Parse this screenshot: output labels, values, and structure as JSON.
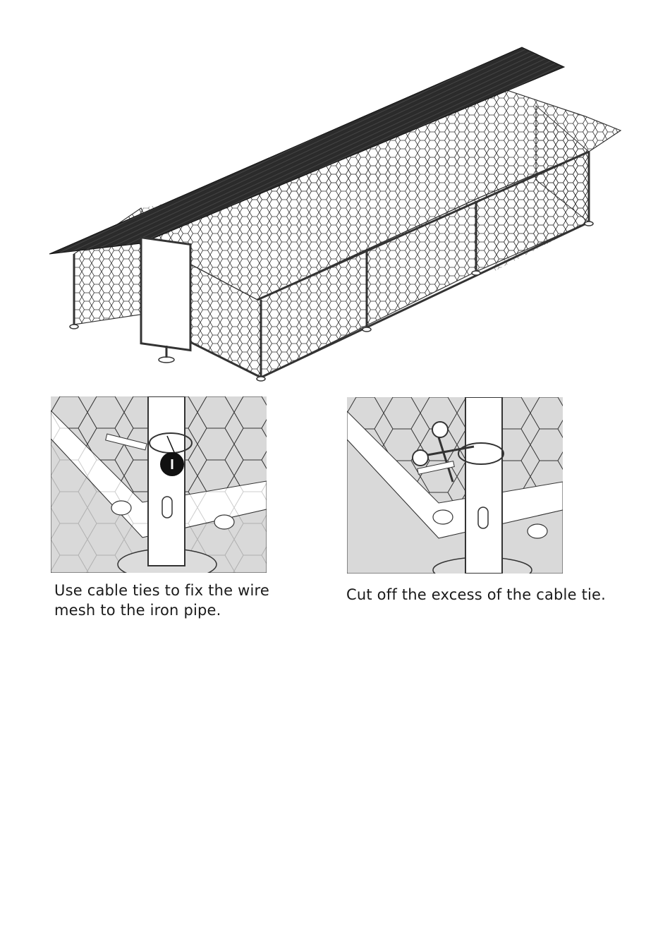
{
  "steps": [
    {
      "callout": "I",
      "caption": "Use cable ties to fix the wire mesh to the iron pipe."
    },
    {
      "caption": "Cut off the excess of the cable tie."
    }
  ],
  "colors": {
    "ink": "#1a1a1a",
    "roof": "#2b2b2b",
    "ground": "#d9d9d9"
  },
  "icons": [
    "chicken-coop-illustration",
    "cable-tie-icon",
    "scissors-icon"
  ]
}
